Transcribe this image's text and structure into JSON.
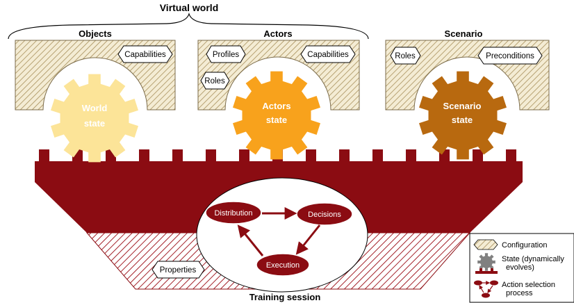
{
  "virtual_world": {
    "label": "Virtual world"
  },
  "objects": {
    "title": "Objects",
    "capabilities": "Capabilities",
    "state": [
      "World",
      "state"
    ]
  },
  "actors": {
    "title": "Actors",
    "profiles": "Profiles",
    "roles": "Roles",
    "capabilities": "Capabilities",
    "state": [
      "Actors",
      "state"
    ]
  },
  "scenario": {
    "title": "Scenario",
    "roles": "Roles",
    "preconditions": "Preconditions",
    "state": [
      "Scenario",
      "state"
    ]
  },
  "training": {
    "label": "Training session",
    "properties": "Properties"
  },
  "process": {
    "distribution": "Distribution",
    "decisions": "Decisions",
    "execution": "Execution"
  },
  "legend": {
    "configuration": "Configuration",
    "state": [
      "State (dynamically",
      "evolves)"
    ],
    "action": [
      "Action selection",
      "process"
    ]
  },
  "colors": {
    "hatch_bg": "#f3ecd6",
    "hatch_line": "#a78f5a",
    "dark_red": "#8b0c12",
    "red_hatch": "#a4222a",
    "gear_world": "#fce498",
    "gear_actors": "#f8a21c",
    "gear_scenario": "#b8690f"
  }
}
